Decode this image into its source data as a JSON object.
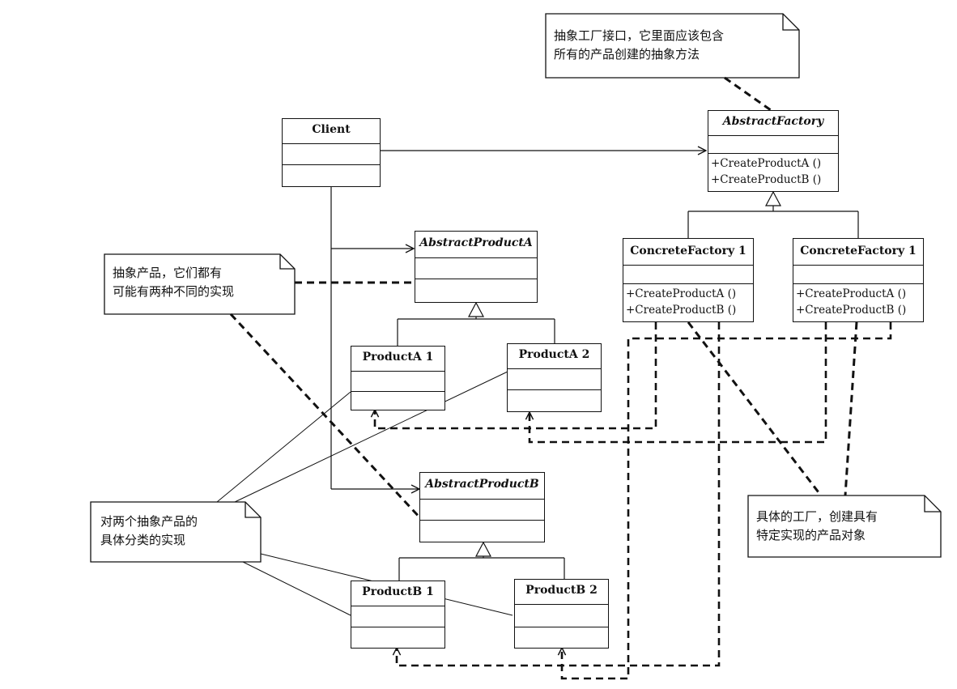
{
  "notes": {
    "factory_interface": [
      "抽象工厂接口，它里面应该包含",
      "所有的产品创建的抽象方法"
    ],
    "abstract_products": [
      "抽象产品，它们都有",
      "可能有两种不同的实现"
    ],
    "concrete_products": [
      "对两个抽象产品的",
      "具体分类的实现"
    ],
    "concrete_factory": [
      "具体的工厂，创建具有",
      "特定实现的产品对象"
    ]
  },
  "classes": {
    "client": {
      "name": "Client"
    },
    "abstract_factory": {
      "name": "AbstractFactory",
      "methods": [
        "+CreateProductA ()",
        "+CreateProductB ()"
      ]
    },
    "concrete_factory_1": {
      "name": "ConcreteFactory 1",
      "methods": [
        "+CreateProductA ()",
        "+CreateProductB ()"
      ]
    },
    "concrete_factory_2": {
      "name": "ConcreteFactory 1",
      "methods": [
        "+CreateProductA ()",
        "+CreateProductB ()"
      ]
    },
    "abstract_product_a": {
      "name": "AbstractProductA"
    },
    "product_a1": {
      "name": "ProductA 1"
    },
    "product_a2": {
      "name": "ProductA 2"
    },
    "abstract_product_b": {
      "name": "AbstractProductB"
    },
    "product_b1": {
      "name": "ProductB 1"
    },
    "product_b2": {
      "name": "ProductB 2"
    }
  }
}
